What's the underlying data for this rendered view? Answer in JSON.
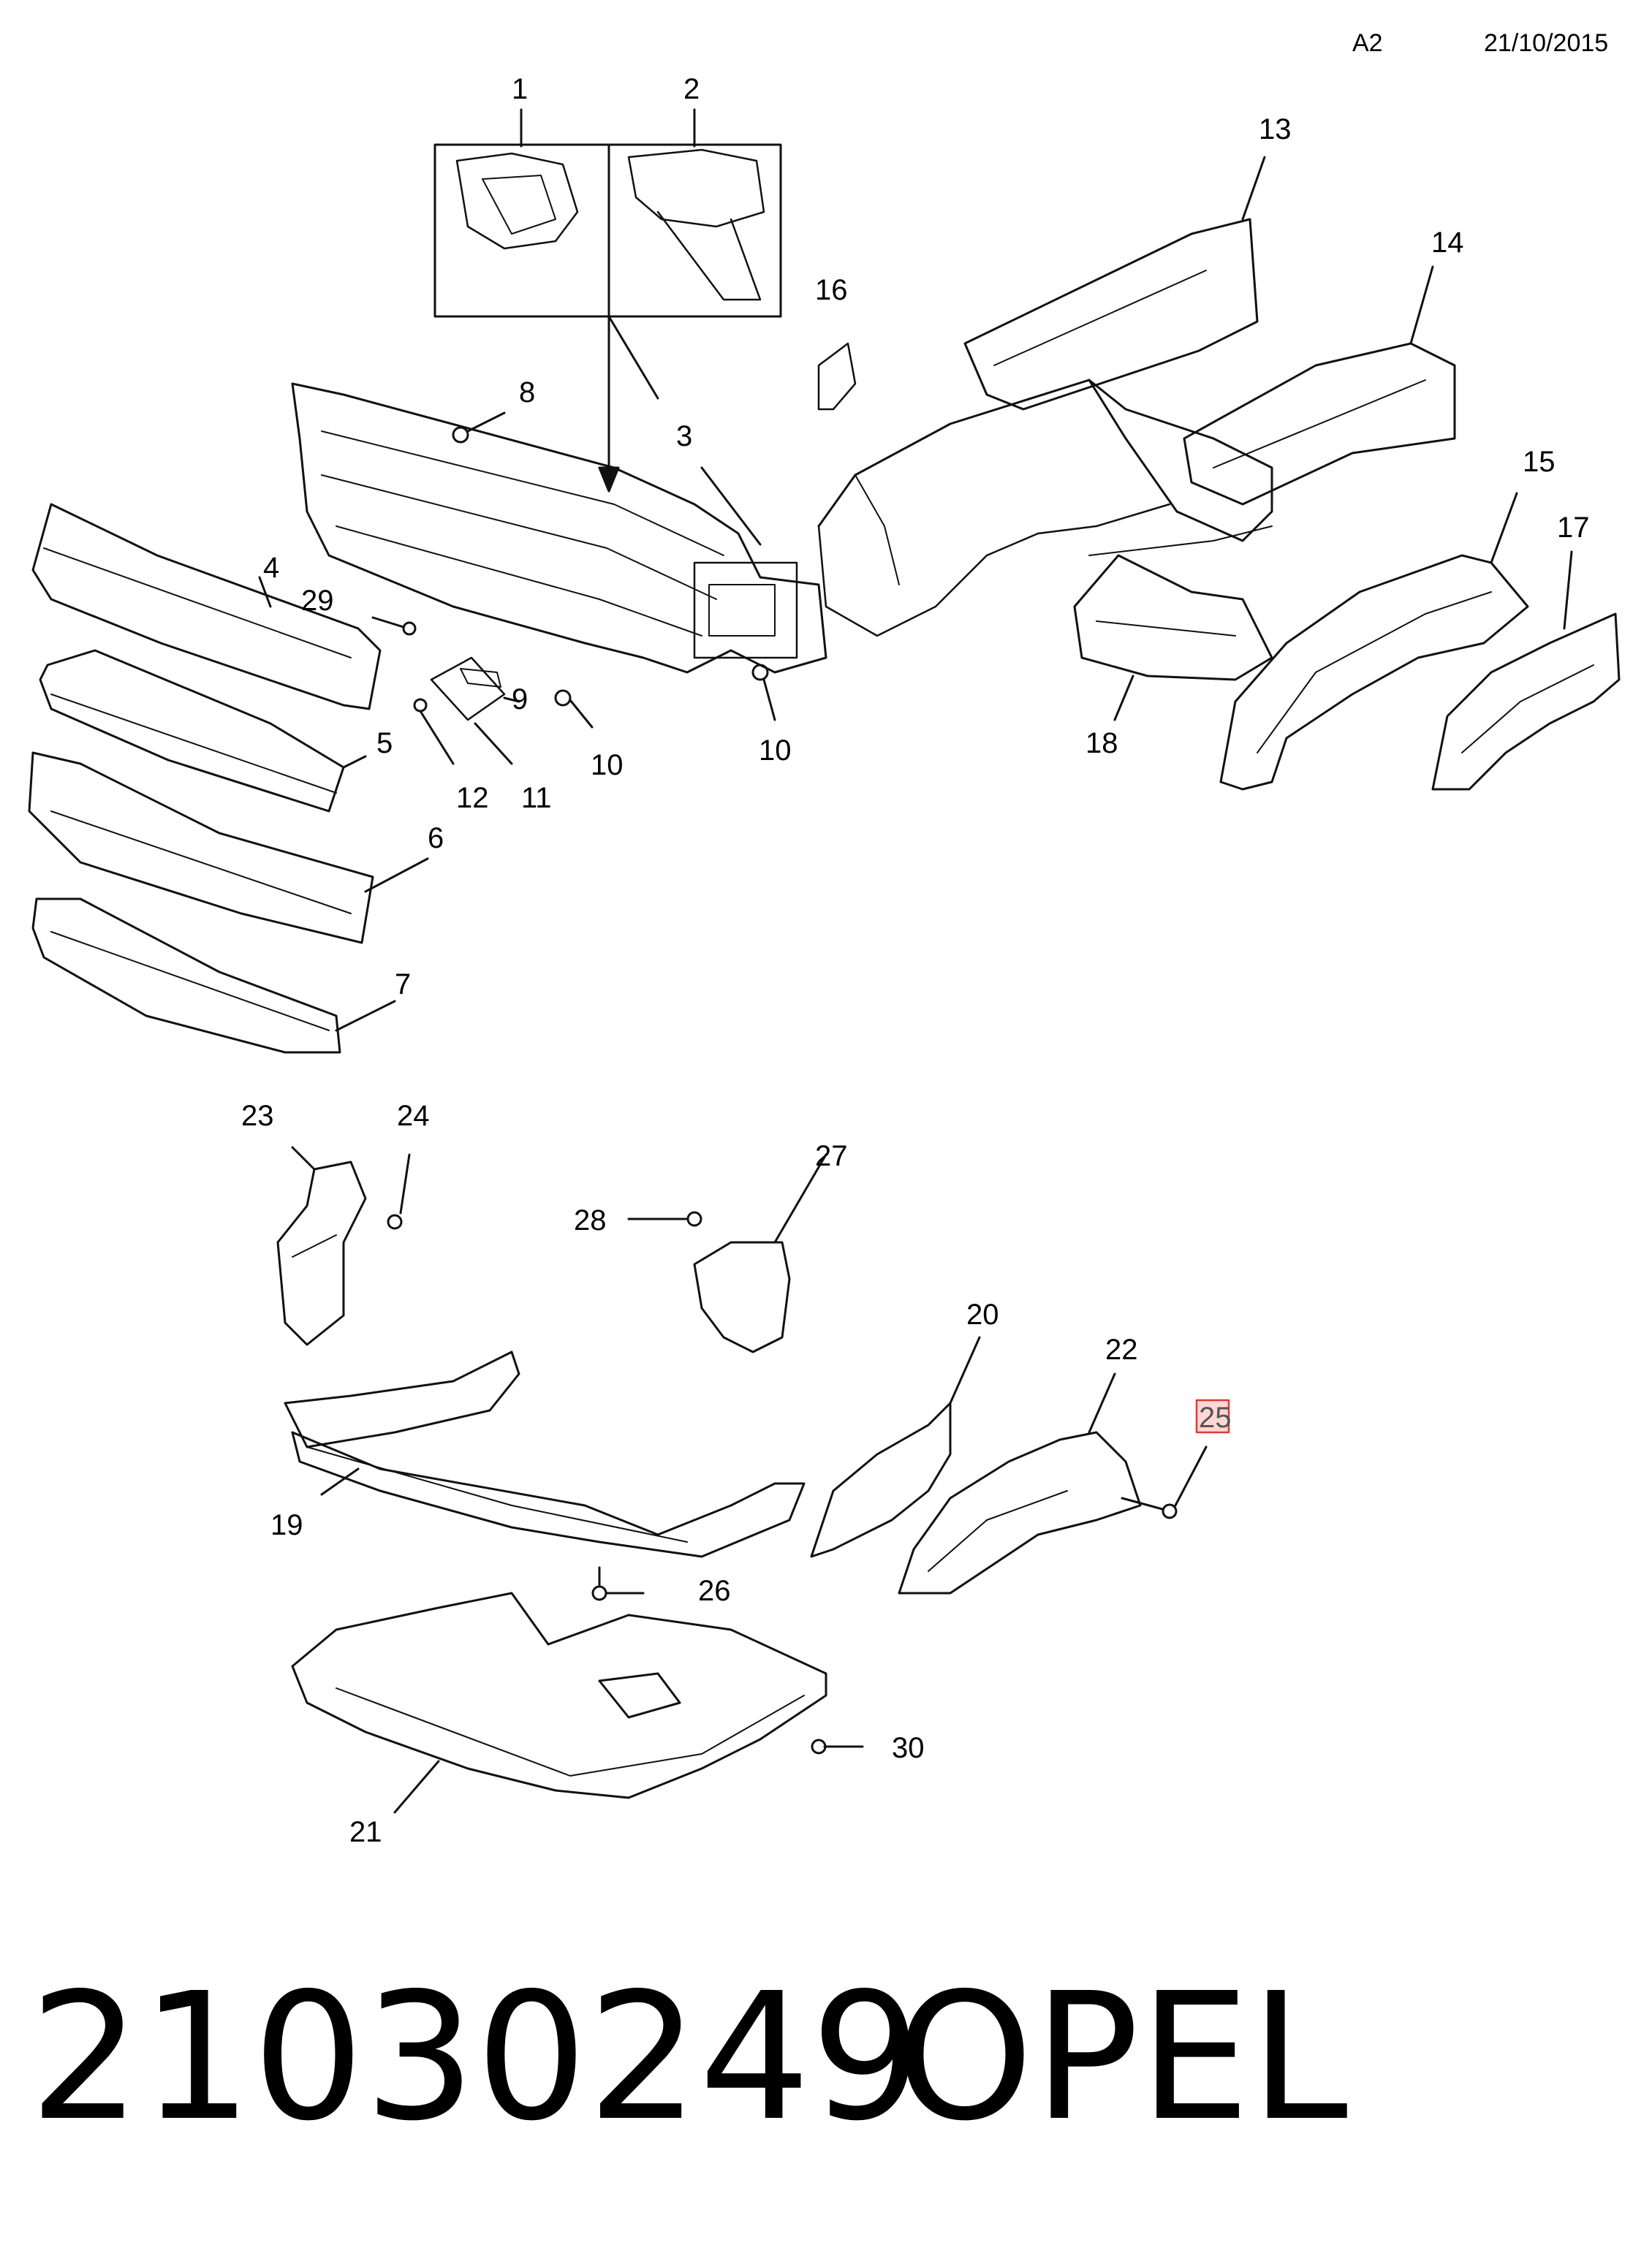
{
  "header": {
    "sheet": "A2",
    "date": "21/10/2015"
  },
  "part": {
    "number": "21030249",
    "brand": "OPEL"
  },
  "callouts": {
    "n1": "1",
    "n2": "2",
    "n3": "3",
    "n4": "4",
    "n5": "5",
    "n6": "6",
    "n7": "7",
    "n8": "8",
    "n9": "9",
    "n10a": "10",
    "n10b": "10",
    "n11": "11",
    "n12": "12",
    "n13": "13",
    "n14": "14",
    "n15": "15",
    "n16": "16",
    "n17": "17",
    "n18": "18",
    "n19": "19",
    "n20": "20",
    "n21": "21",
    "n22": "22",
    "n23": "23",
    "n24": "24",
    "n25": "25",
    "n26": "26",
    "n27": "27",
    "n28": "28",
    "n29": "29",
    "n30": "30"
  },
  "highlight": {
    "callout": "25",
    "color": "#e53935"
  }
}
